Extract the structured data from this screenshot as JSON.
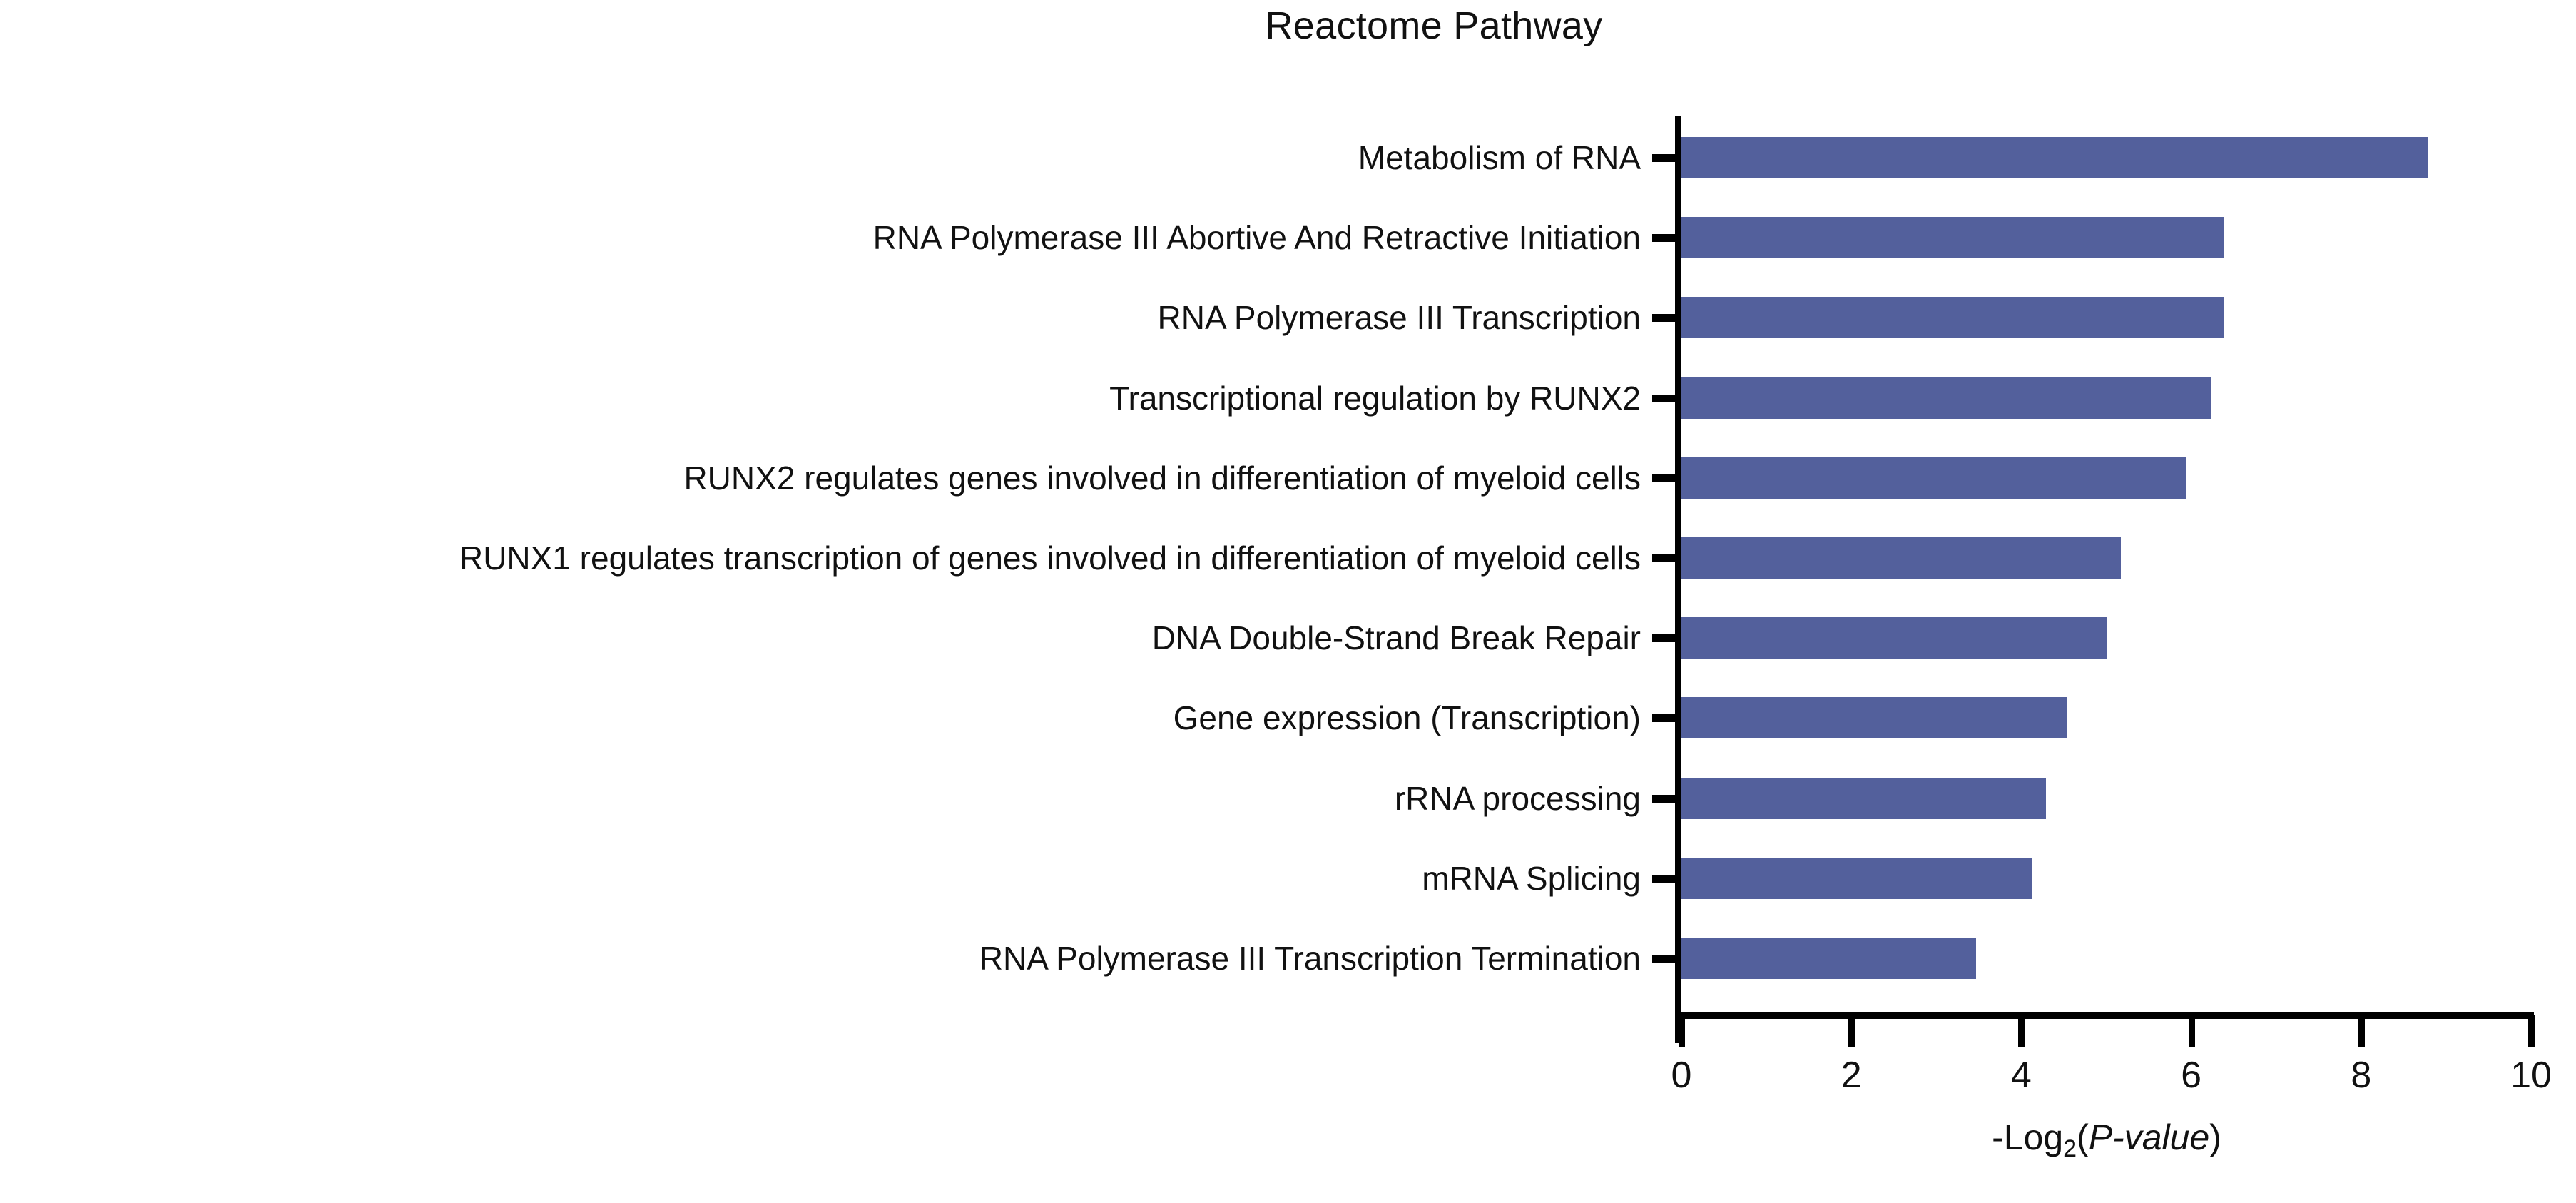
{
  "chart_data": {
    "type": "bar",
    "orientation": "horizontal",
    "title": "Reactome Pathway",
    "xlabel": "-Log2(P-value)",
    "xlabel_parts": {
      "prefix": "-Log",
      "subscript": "2",
      "open_paren": "(",
      "italic": "P-value",
      "close_paren": ")"
    },
    "ylabel": "",
    "xlim": [
      0,
      10
    ],
    "xticks": [
      0,
      2,
      4,
      6,
      8,
      10
    ],
    "xtick_labels": [
      "0",
      "2",
      "4",
      "6",
      "8",
      "10"
    ],
    "grid": false,
    "legend": false,
    "bar_color": "#53609C",
    "categories": [
      "Metabolism of RNA",
      "RNA Polymerase III Abortive And Retractive Initiation",
      "RNA Polymerase III Transcription",
      "Transcriptional regulation by RUNX2",
      "RUNX2 regulates genes involved in differentiation of myeloid cells",
      "RUNX1 regulates transcription of genes involved in differentiation of myeloid cells",
      "DNA Double-Strand Break Repair",
      "Gene expression (Transcription)",
      "rRNA processing",
      "mRNA Splicing",
      "RNA Polymerase III Transcription Termination"
    ],
    "values": [
      8.78,
      6.38,
      6.38,
      6.24,
      5.94,
      5.17,
      5.0,
      4.54,
      4.29,
      4.12,
      3.47
    ]
  }
}
